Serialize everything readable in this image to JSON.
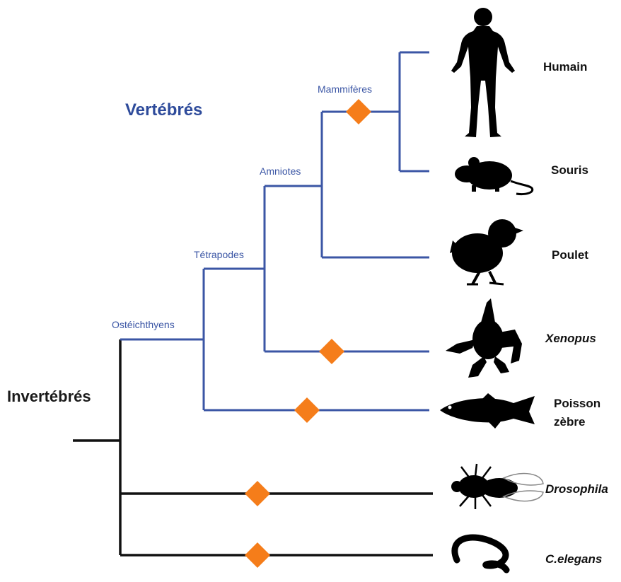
{
  "groups": {
    "vertebrates": "Vertébrés",
    "invertebrates": "Invertébrés"
  },
  "clades": {
    "osteichthyes": "Ostéichthyens",
    "tetrapods": "Tétrapodes",
    "amniotes": "Amniotes",
    "mammals": "Mammifères"
  },
  "taxa": {
    "human": "Humain",
    "mouse": "Souris",
    "chicken": "Poulet",
    "xenopus": "Xenopus",
    "zebrafish_line1": "Poisson",
    "zebrafish_line2": "zèbre",
    "drosophila": "Drosophila",
    "celegans": "C.elegans"
  },
  "colors": {
    "vertebrate_branch": "#3b56a5",
    "invertebrate_branch": "#111111",
    "marker": "#f57d1a",
    "silhouette": "#000000"
  },
  "icons": [
    "human-silhouette-icon",
    "mouse-silhouette-icon",
    "chick-silhouette-icon",
    "frog-silhouette-icon",
    "fish-silhouette-icon",
    "fly-silhouette-icon",
    "worm-silhouette-icon"
  ]
}
